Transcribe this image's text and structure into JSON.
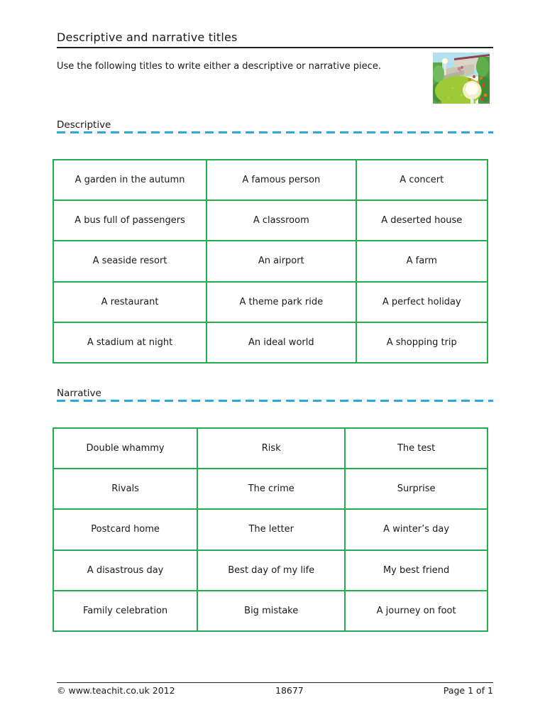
{
  "title": "Descriptive and narrative titles",
  "instructions": "Use the following titles to write either a descriptive or narrative piece.",
  "illustration": {
    "name": "garden-clipart"
  },
  "sections": [
    {
      "heading": "Descriptive",
      "rows": [
        [
          "A garden in the autumn",
          "A famous person",
          "A concert"
        ],
        [
          "A bus full of passengers",
          "A classroom",
          "A deserted house"
        ],
        [
          "A seaside resort",
          "An airport",
          "A farm"
        ],
        [
          "A restaurant",
          "A theme park ride",
          "A perfect holiday"
        ],
        [
          "A stadium at night",
          "An ideal world",
          "A shopping trip"
        ]
      ]
    },
    {
      "heading": "Narrative",
      "rows": [
        [
          "Double whammy",
          "Risk",
          "The test"
        ],
        [
          "Rivals",
          "The crime",
          "Surprise"
        ],
        [
          "Postcard home",
          "The letter",
          "A winter’s day"
        ],
        [
          "A disastrous day",
          "Best day of my life",
          "My best friend"
        ],
        [
          "Family celebration",
          "Big mistake",
          "A journey on foot"
        ]
      ]
    }
  ],
  "footer": {
    "copyright": "© www.teachit.co.uk 2012",
    "resource_id": "18677",
    "page_label": "Page 1 of 1"
  },
  "colors": {
    "table_border": "#25AB50",
    "section_divider": "#29A9E1"
  }
}
